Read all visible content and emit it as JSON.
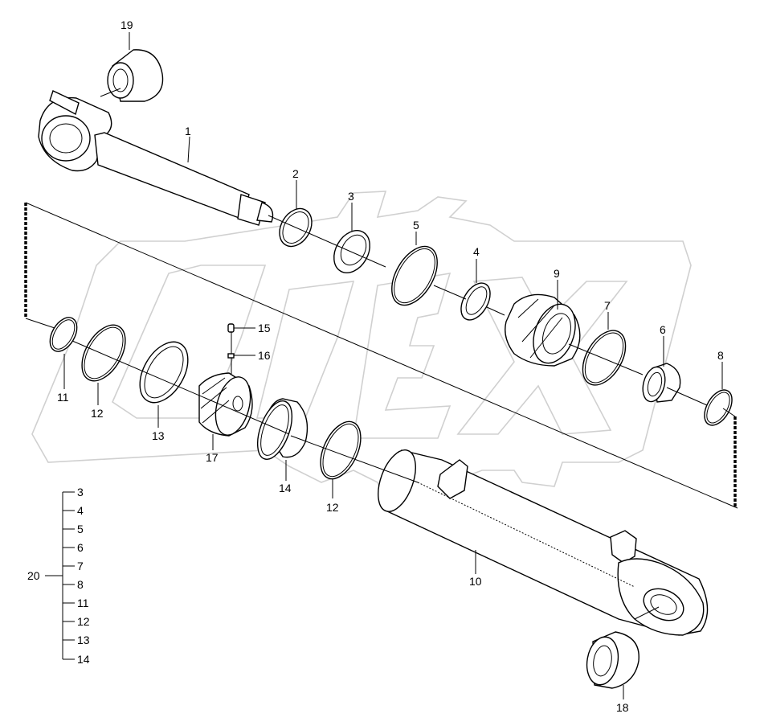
{
  "watermark": {
    "text": "OPEX",
    "color": "#d0d0d0"
  },
  "callouts": {
    "c1": "1",
    "c2": "2",
    "c3": "3",
    "c4": "4",
    "c5": "5",
    "c6": "6",
    "c7": "7",
    "c8": "8",
    "c9": "9",
    "c10": "10",
    "c11": "11",
    "c12a": "12",
    "c12b": "12",
    "c13": "13",
    "c14": "14",
    "c15": "15",
    "c16": "16",
    "c17": "17",
    "c18": "18",
    "c19": "19"
  },
  "kit": {
    "label": "20",
    "items": [
      "3",
      "4",
      "5",
      "6",
      "7",
      "8",
      "11",
      "12",
      "13",
      "14"
    ]
  }
}
